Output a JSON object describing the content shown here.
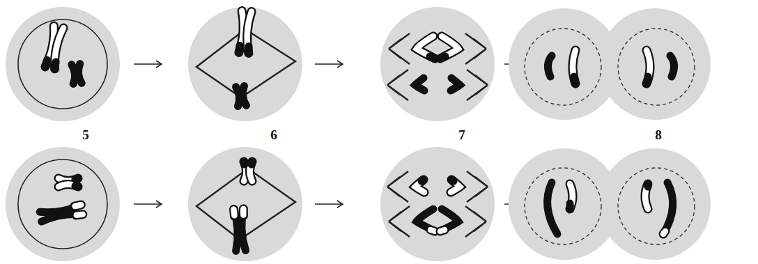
{
  "diagram": {
    "labels": [
      "5",
      "6",
      "7",
      "8"
    ]
  }
}
